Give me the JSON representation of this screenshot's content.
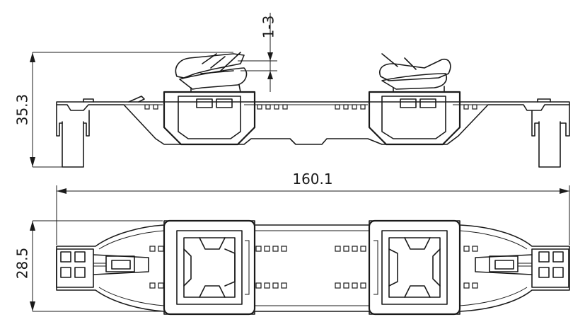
{
  "dimensions": {
    "gap": "1-3",
    "height_side": "35.3",
    "length": "160.1",
    "width_top": "28.5"
  }
}
